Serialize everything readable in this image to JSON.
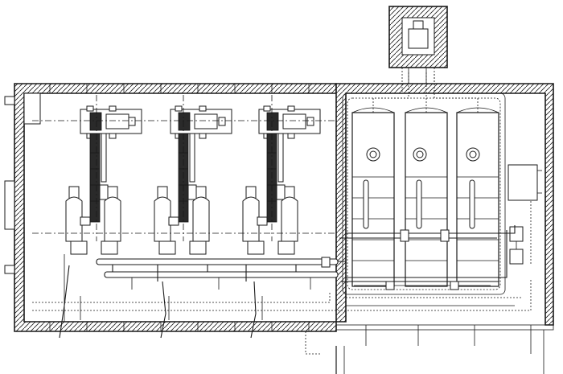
{
  "diagram": {
    "engines": [
      {
        "id": "engine-1"
      },
      {
        "id": "engine-2"
      },
      {
        "id": "engine-3"
      }
    ],
    "boilers": [
      {
        "id": "boiler-1"
      },
      {
        "id": "boiler-2"
      },
      {
        "id": "boiler-3"
      }
    ]
  }
}
